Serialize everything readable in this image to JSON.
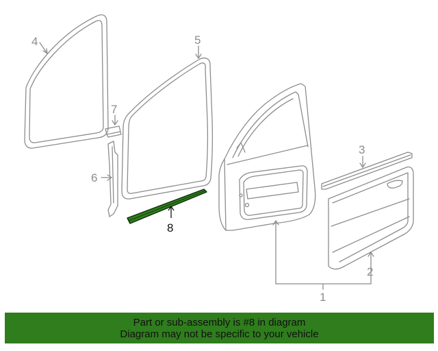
{
  "callouts": {
    "c1": "1",
    "c2": "2",
    "c3": "3",
    "c4": "4",
    "c5": "5",
    "c6": "6",
    "c7": "7",
    "c8": "8"
  },
  "highlight": {
    "part_number": "8",
    "color": "#2f7d1d"
  },
  "banner": {
    "line1": "Part or sub-assembly is #8 in diagram",
    "line2": "Diagram may not be specific to your vehicle"
  },
  "colors": {
    "line": "#8c8c8c",
    "background": "#ffffff"
  }
}
